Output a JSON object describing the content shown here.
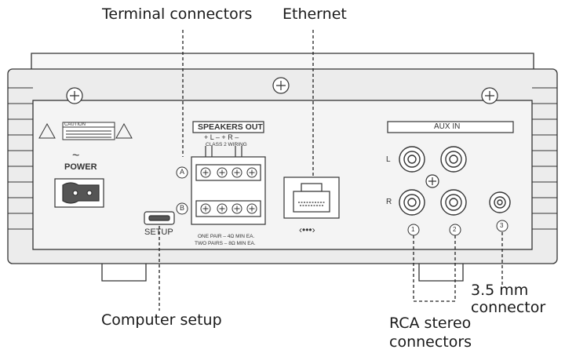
{
  "callouts": {
    "terminal_connectors": "Terminal connectors",
    "ethernet": "Ethernet",
    "computer_setup": "Computer setup",
    "rca_line1": "RCA stereo",
    "rca_line2": "connectors",
    "mm_line1": "3.5 mm",
    "mm_line2": "connector"
  },
  "panel": {
    "caution": "CAUTION",
    "power": "POWER",
    "power_symbol": "~",
    "setup": "SETUP",
    "speakers_out": "SPEAKERS OUT",
    "polarity": "+ L –   + R –",
    "class2": "CLASS 2 WIRING",
    "pair_a": "A",
    "pair_b": "B",
    "one_pair": "ONE PAIR – 4Ω MIN EA.",
    "two_pairs": "TWO PAIRS – 8Ω MIN EA.",
    "ethernet_symbol": "‹•••›",
    "aux_in": "AUX IN",
    "left": "L",
    "right": "R",
    "n1": "1",
    "n2": "2",
    "n3": "3"
  },
  "colors": {
    "line": "#333333",
    "panel_fill": "#f2f2f2",
    "body_fill": "#e6e6e6"
  }
}
